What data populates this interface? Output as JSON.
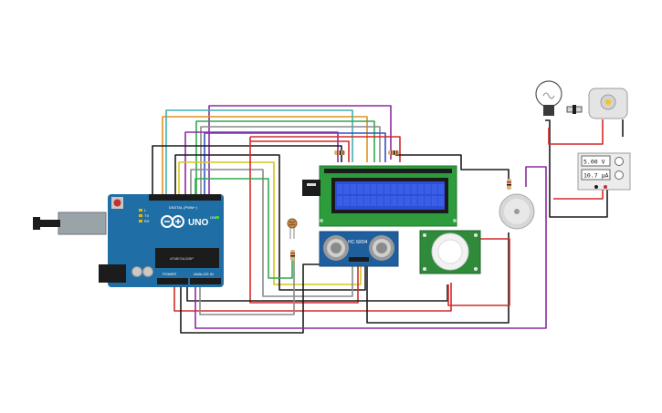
{
  "arduino": {
    "brand_label": "UNO",
    "digital_label": "DIGITAL (PWM~)",
    "power_label": "POWER",
    "analog_label": "ANALOG IN",
    "tx_label": "TX",
    "rx_label": "RX",
    "l_label": "L",
    "on_label": "ON",
    "chip_label": "ATMEGA328P"
  },
  "ultrasonic": {
    "model_label": "HC-SR04"
  },
  "multimeter": {
    "voltage_reading": "5.00 V",
    "current_reading": "10.7 µA"
  },
  "colors": {
    "board": "#1f6fa6",
    "lcd_pcb": "#2e9b3c",
    "lcd_screen": "#2c4fd6",
    "pir_pcb": "#2f8a3a",
    "wire_red": "#d42a2a",
    "wire_black": "#1c1c1c",
    "wire_purple": "#8e2aa0",
    "wire_yellow": "#d8c51c",
    "wire_orange": "#e3921f",
    "wire_teal": "#3fb0b0",
    "wire_green": "#2faa4c",
    "wire_gray": "#8a8a8a",
    "wire_blue": "#3250c8"
  }
}
